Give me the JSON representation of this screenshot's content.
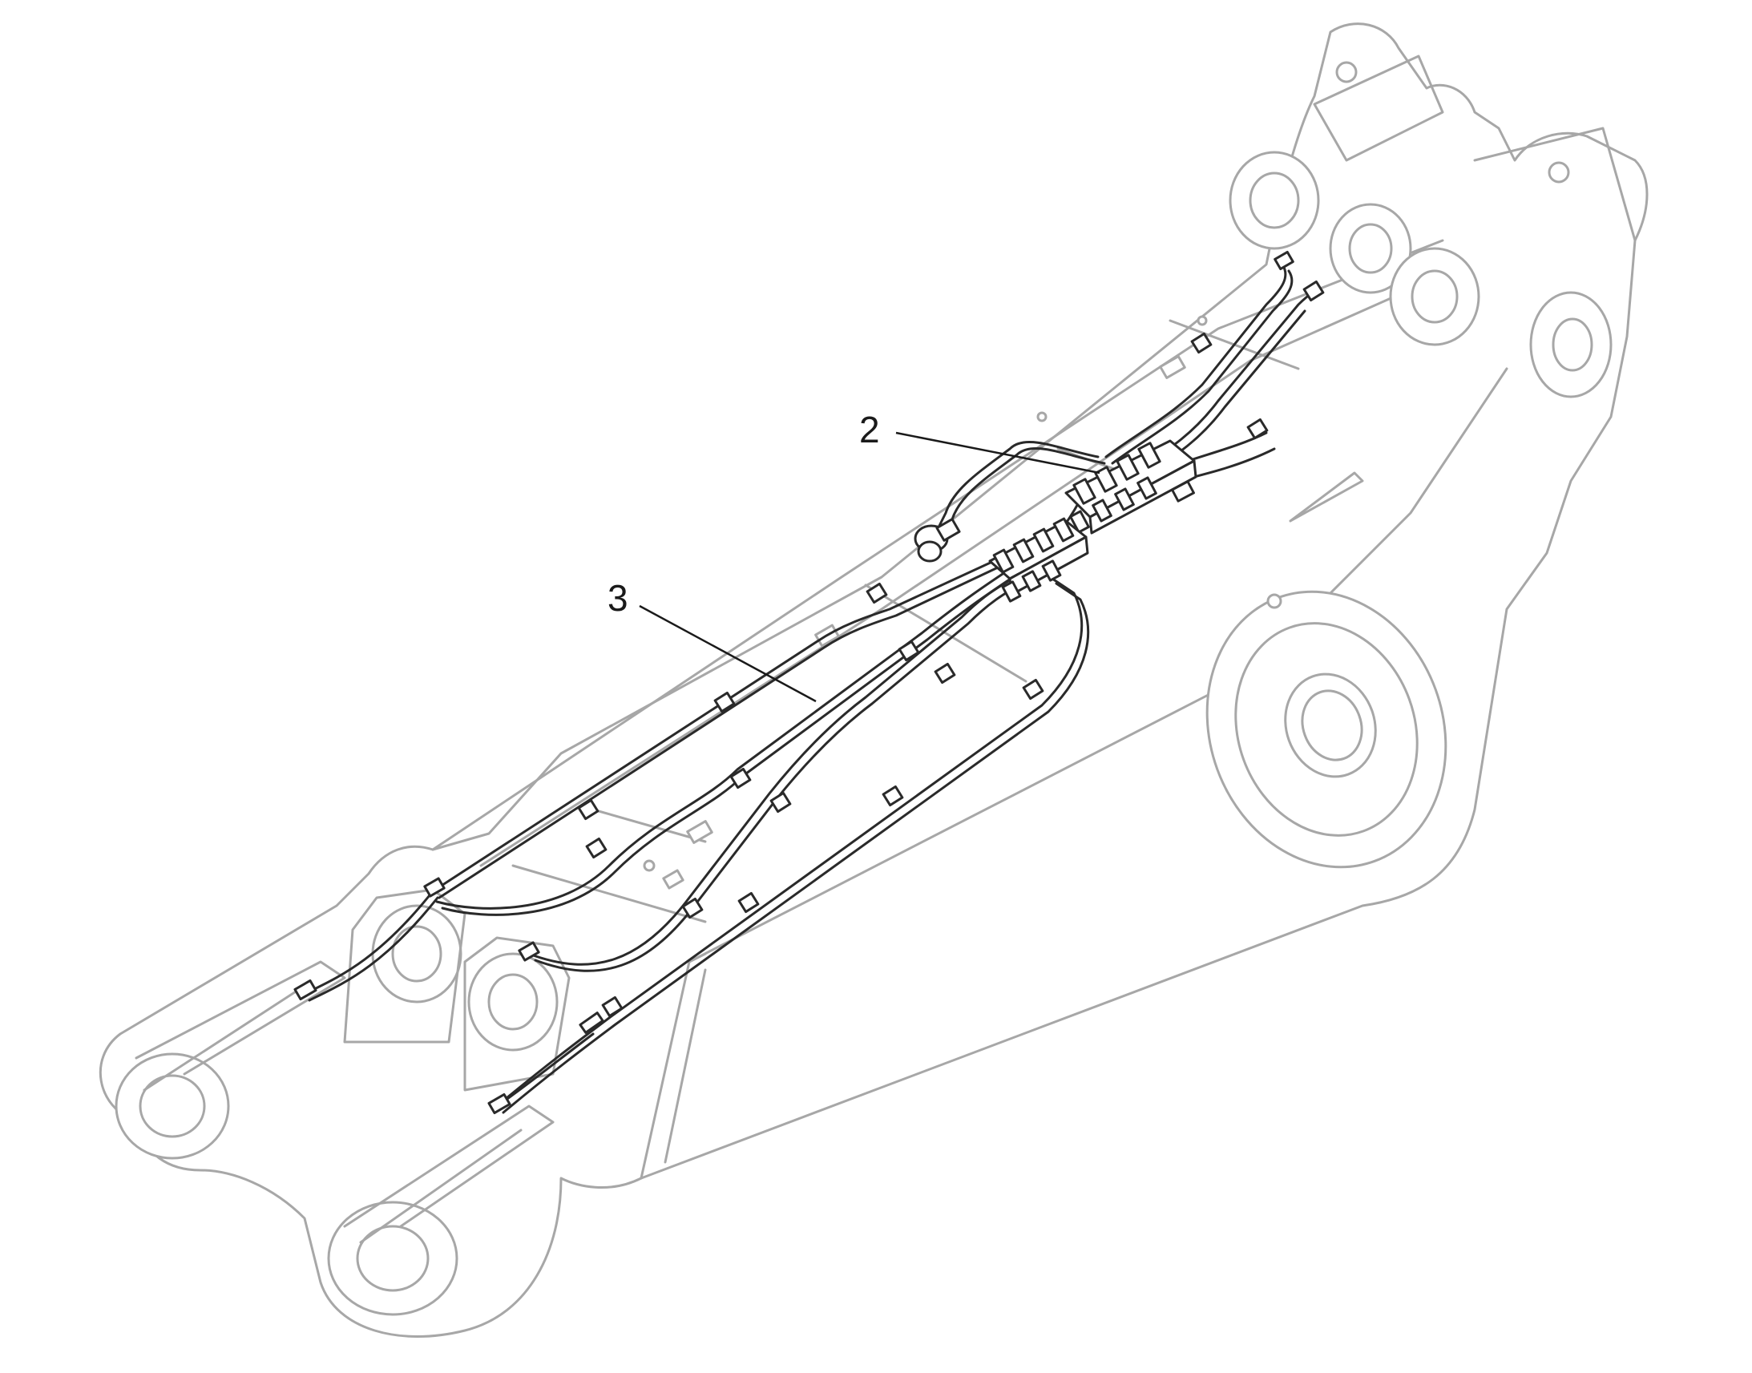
{
  "diagram": {
    "callouts": [
      {
        "id": "2",
        "label": "2"
      },
      {
        "id": "3",
        "label": "3"
      }
    ],
    "colors": {
      "structure_outline": "#a7a7a7",
      "hose_line": "#2a2a2a",
      "callout_text": "#1a1a1a",
      "background": "#ffffff"
    }
  }
}
